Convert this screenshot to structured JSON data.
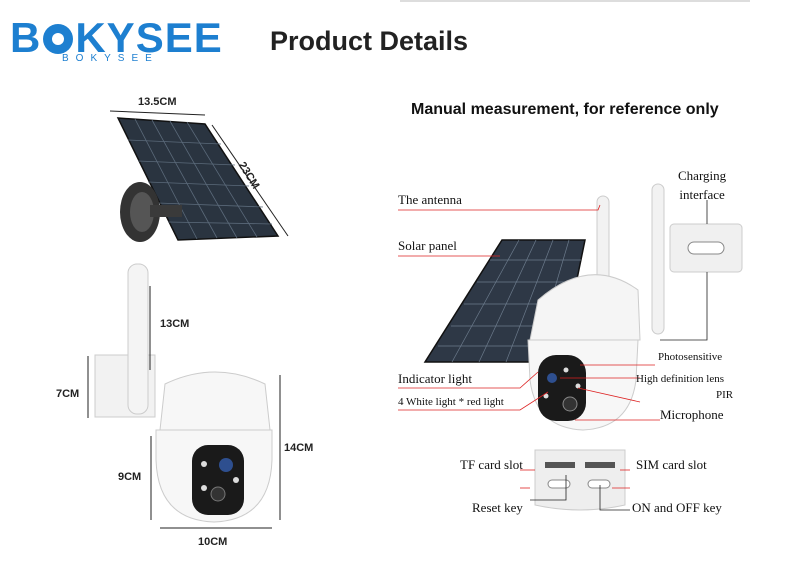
{
  "brand": {
    "name": "BOKYSEE",
    "subtitle": "BOKYSEE",
    "color": "#1d7fd0"
  },
  "header": {
    "title": "Product Details"
  },
  "dimensions": {
    "panel_width": "13.5CM",
    "panel_height": "23CM",
    "antenna": "13CM",
    "mount": "7CM",
    "total_height": "14CM",
    "head_height": "9CM",
    "width": "10CM"
  },
  "details": {
    "heading": "Manual measurement, for reference only",
    "charging_line1": "Charging",
    "charging_line2": "interface",
    "antenna": "The antenna",
    "solar_panel": "Solar panel",
    "photosensitive": "Photosensitive",
    "indicator": "Indicator light",
    "hd_lens": "High definition lens",
    "white_light": "4 White light * red light",
    "pir": "PIR",
    "microphone": "Microphone",
    "tf_slot": "TF card slot",
    "sim_slot": "SIM card slot",
    "reset": "Reset key",
    "power": "ON and OFF key"
  }
}
